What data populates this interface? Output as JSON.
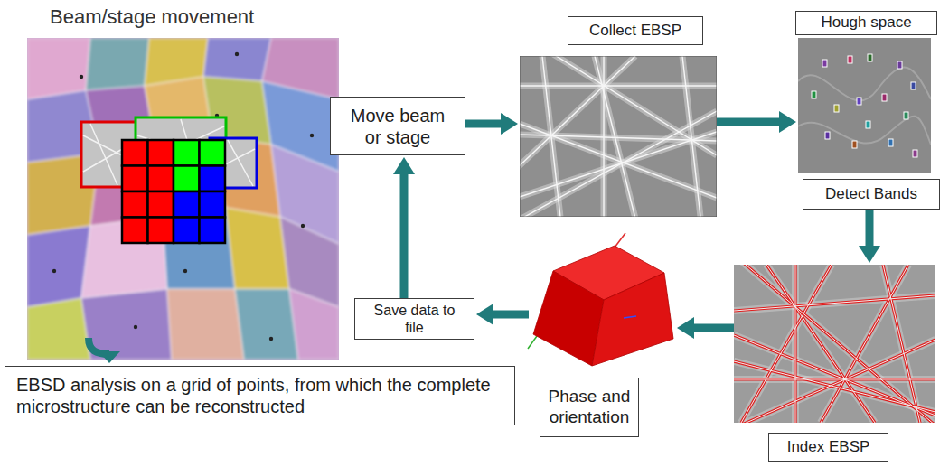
{
  "diagram": {
    "title": "Beam/stage movement",
    "nodes": [
      {
        "text": [
          "Move beam or stage"
        ]
      },
      {
        "text": [
          "Collect EBSP"
        ]
      },
      {
        "text": [
          "Hough space"
        ]
      },
      {
        "text": [
          "Detect Bands"
        ]
      },
      {
        "text": [
          "Index EBSP"
        ]
      },
      {
        "text": [
          "Phase and orientation"
        ]
      },
      {
        "text": [
          "Save data to file"
        ]
      },
      {
        "text": [
          "EBSD analysis on a grid of points, from which the complete microstructure can be reconstructed"
        ]
      }
    ],
    "edges": [
      {
        "from": 0,
        "to": 1,
        "arrow": "to"
      },
      {
        "from": 1,
        "to": 2,
        "arrow": "to"
      },
      {
        "from": 3,
        "to": 4,
        "arrow": "to"
      },
      {
        "from": 4,
        "to": 5,
        "arrow": "to"
      },
      {
        "from": 5,
        "to": 6,
        "arrow": "to"
      },
      {
        "from": 6,
        "to": 0,
        "arrow": "to"
      }
    ]
  }
}
